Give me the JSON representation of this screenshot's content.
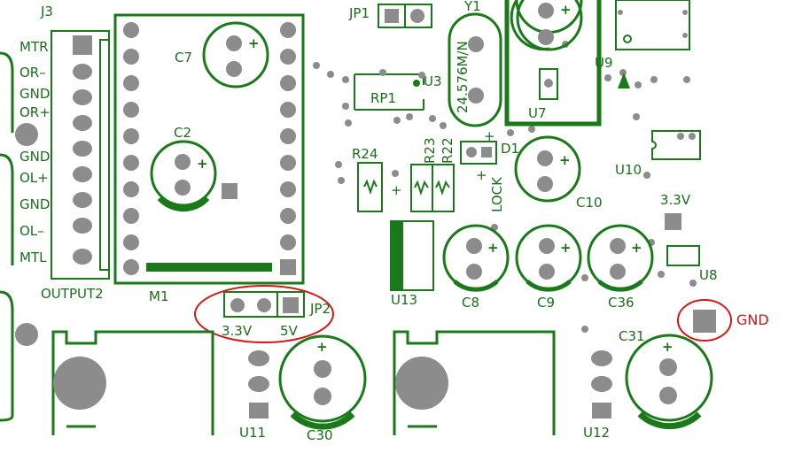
{
  "colors": {
    "silkscreen": "#1a7a1a",
    "pad": "#8c8c8c",
    "annotation": "#d01818",
    "background": "#ffffff"
  },
  "connector_j3": {
    "ref": "J3",
    "name": "OUTPUT2",
    "pins": [
      "MTR",
      "OR–",
      "GND",
      "OR+",
      "GND",
      "OL+",
      "GND",
      "OL–",
      "MTL"
    ]
  },
  "module": {
    "ref": "M1"
  },
  "capacitors": {
    "c7": "C7",
    "c2": "C2",
    "c10": "C10",
    "c8": "C8",
    "c9": "C9",
    "c36": "C36",
    "c31": "C31",
    "c30": "C30"
  },
  "jumpers": {
    "jp1": "JP1",
    "jp2": {
      "ref": "JP2",
      "left_option": "3.3V",
      "right_option": "5V"
    }
  },
  "crystal": {
    "ref": "Y1",
    "value": "24.576M/N"
  },
  "chips": {
    "u3": "U3",
    "u7": "U7",
    "u8": "U8",
    "u9": "U9",
    "u10": "U10",
    "u11": "U11",
    "u12": "U12",
    "u13": "U13"
  },
  "resistors": {
    "rp1": "RP1",
    "r24": "R24",
    "r23": "R23",
    "r22": "R22"
  },
  "diode": {
    "ref": "D1",
    "label": "LOCK"
  },
  "test_points": {
    "tp_3v3": "3.3V",
    "gnd": "GND"
  },
  "polarity_mark": "+"
}
